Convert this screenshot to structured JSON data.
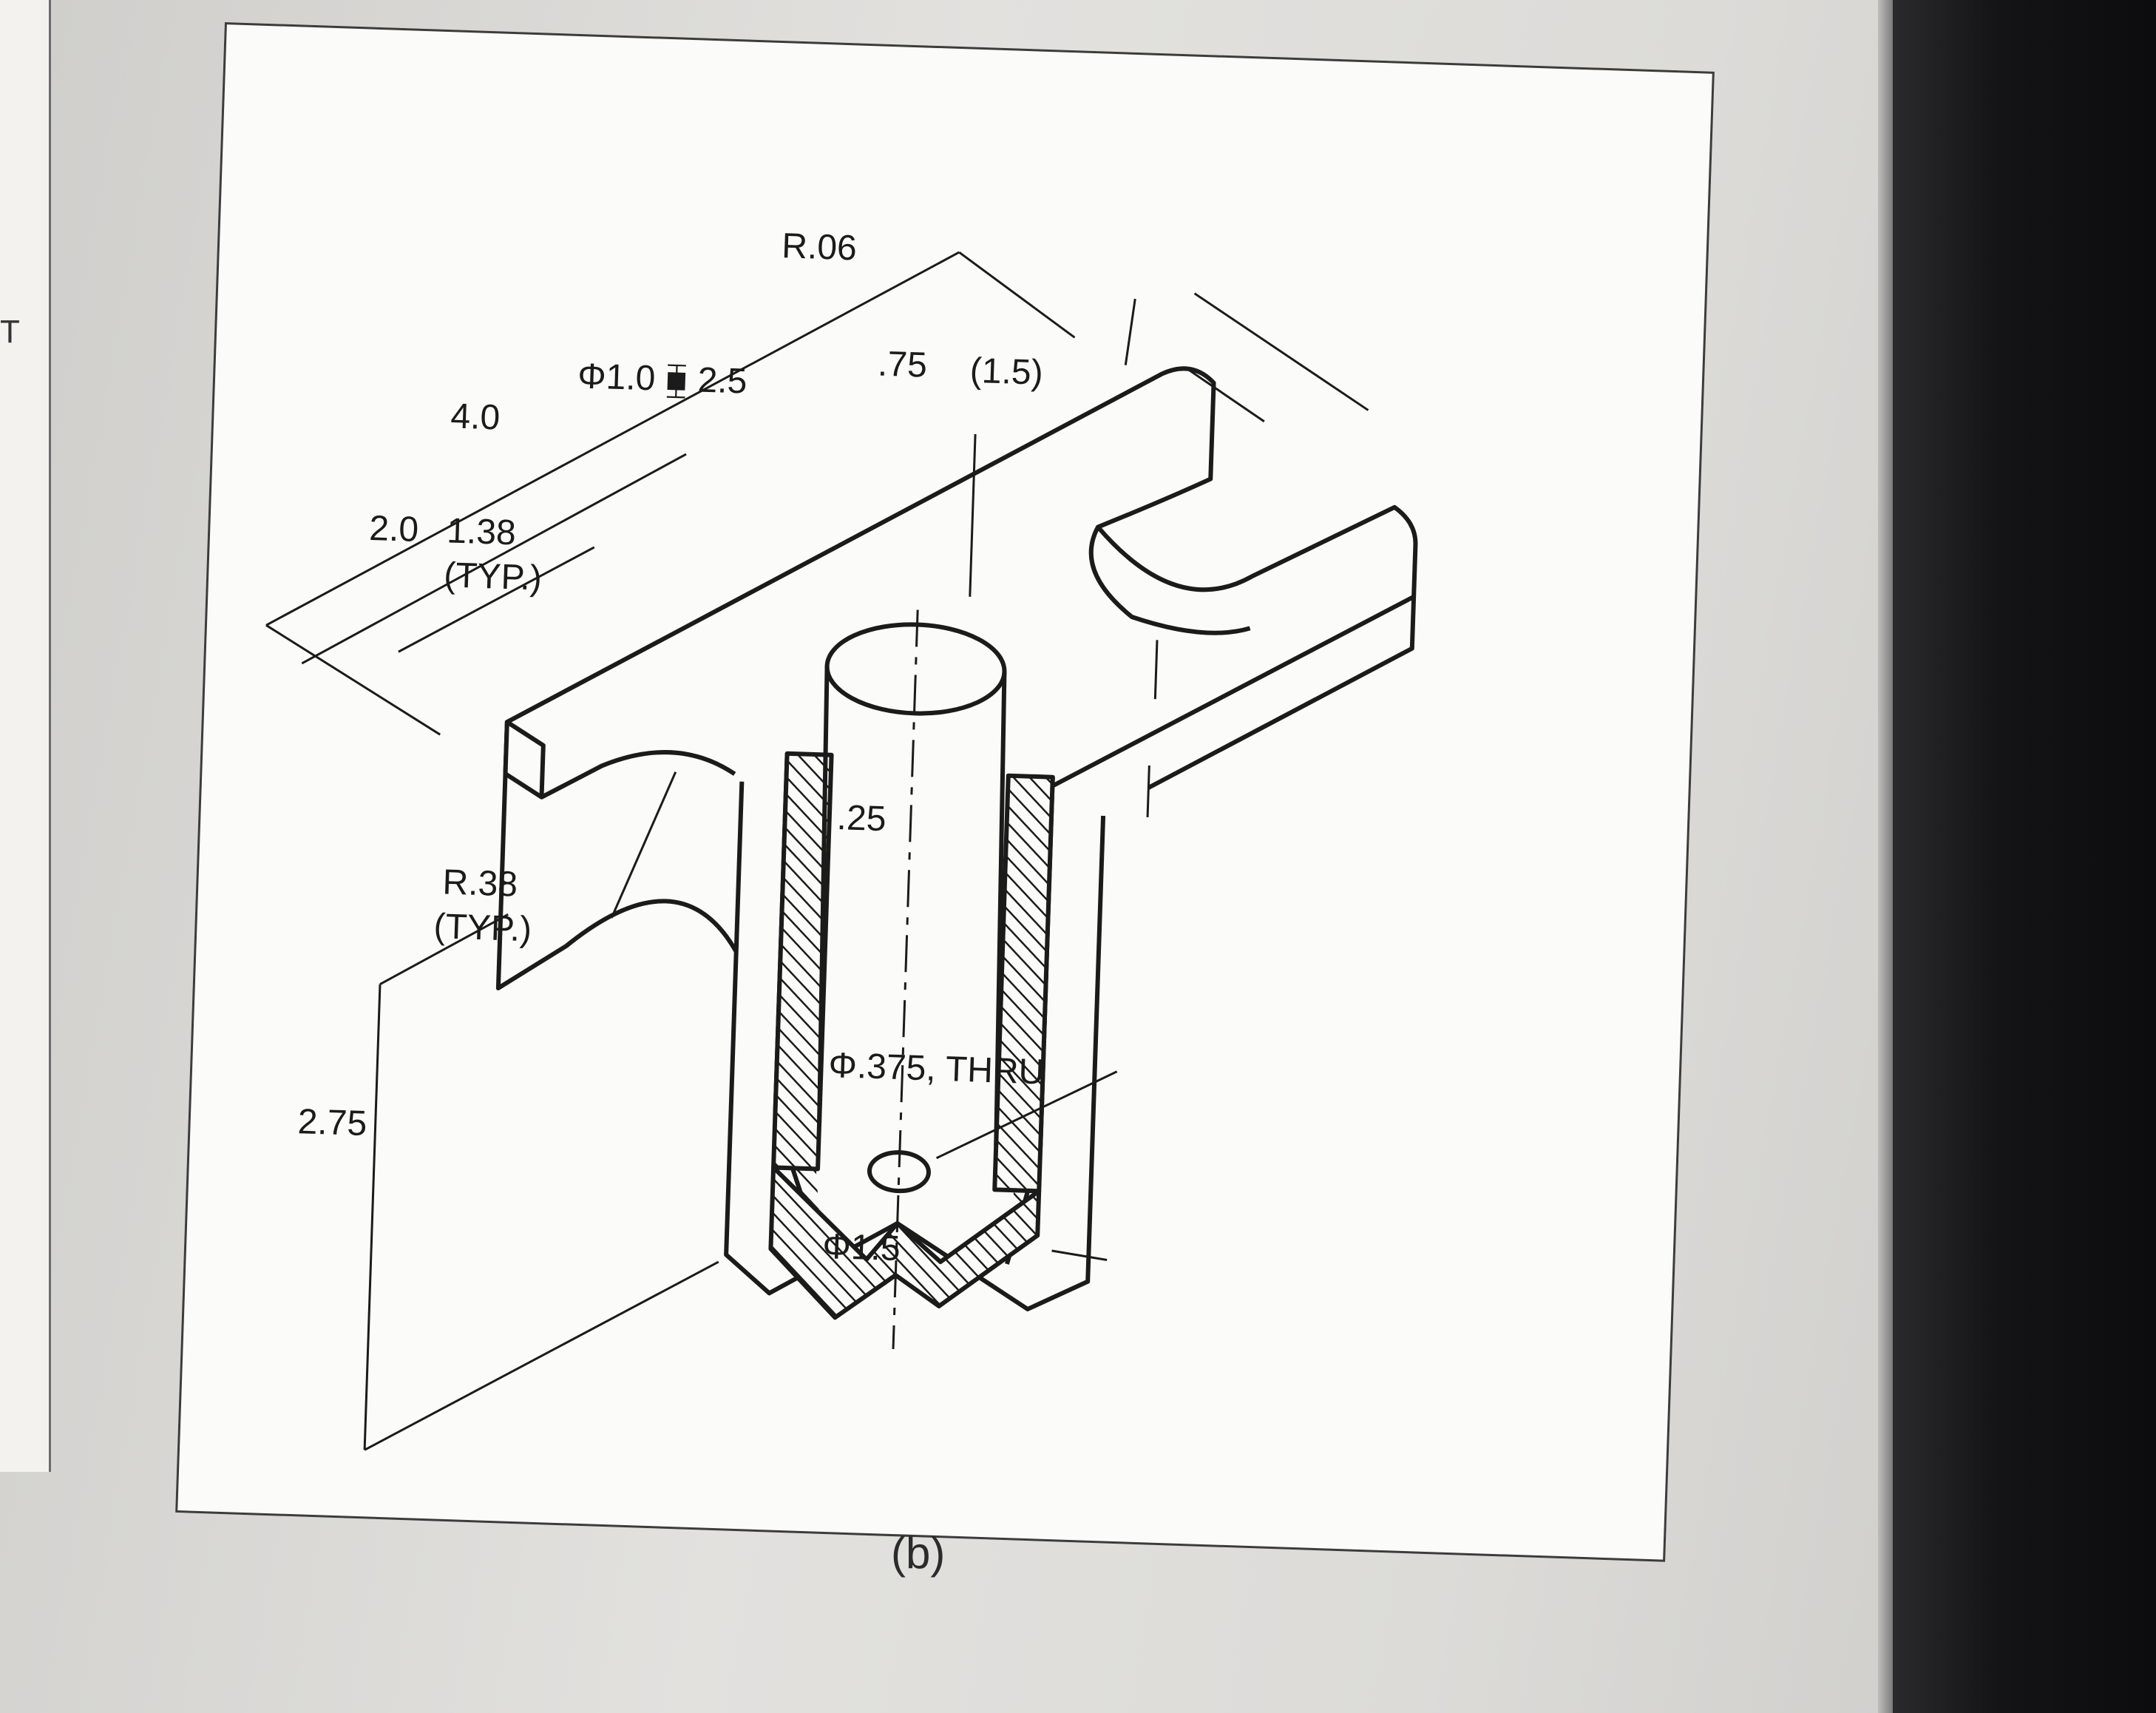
{
  "left_panel": {
    "letter": "T"
  },
  "caption": "(b)",
  "dimensions": {
    "overall_length": "4.0",
    "half_length": "2.0",
    "slot_offset": "1.38",
    "slot_offset_note": "(TYP.)",
    "counterbore": "Φ1.0 ⧯ 2.5",
    "corner_radius": "R.06",
    "slot_width": ".75",
    "arm_width": "(1.5)",
    "thickness": ".25",
    "slot_radius": "R.38",
    "slot_radius_note": "(TYP.)",
    "through_hole": "Φ.375, THRU",
    "outer_diameter": "Φ1.5",
    "height": "2.75"
  },
  "colors": {
    "ink": "#1b1b1b",
    "paper": "#fbfbf9",
    "page": "#dcdbd8"
  }
}
